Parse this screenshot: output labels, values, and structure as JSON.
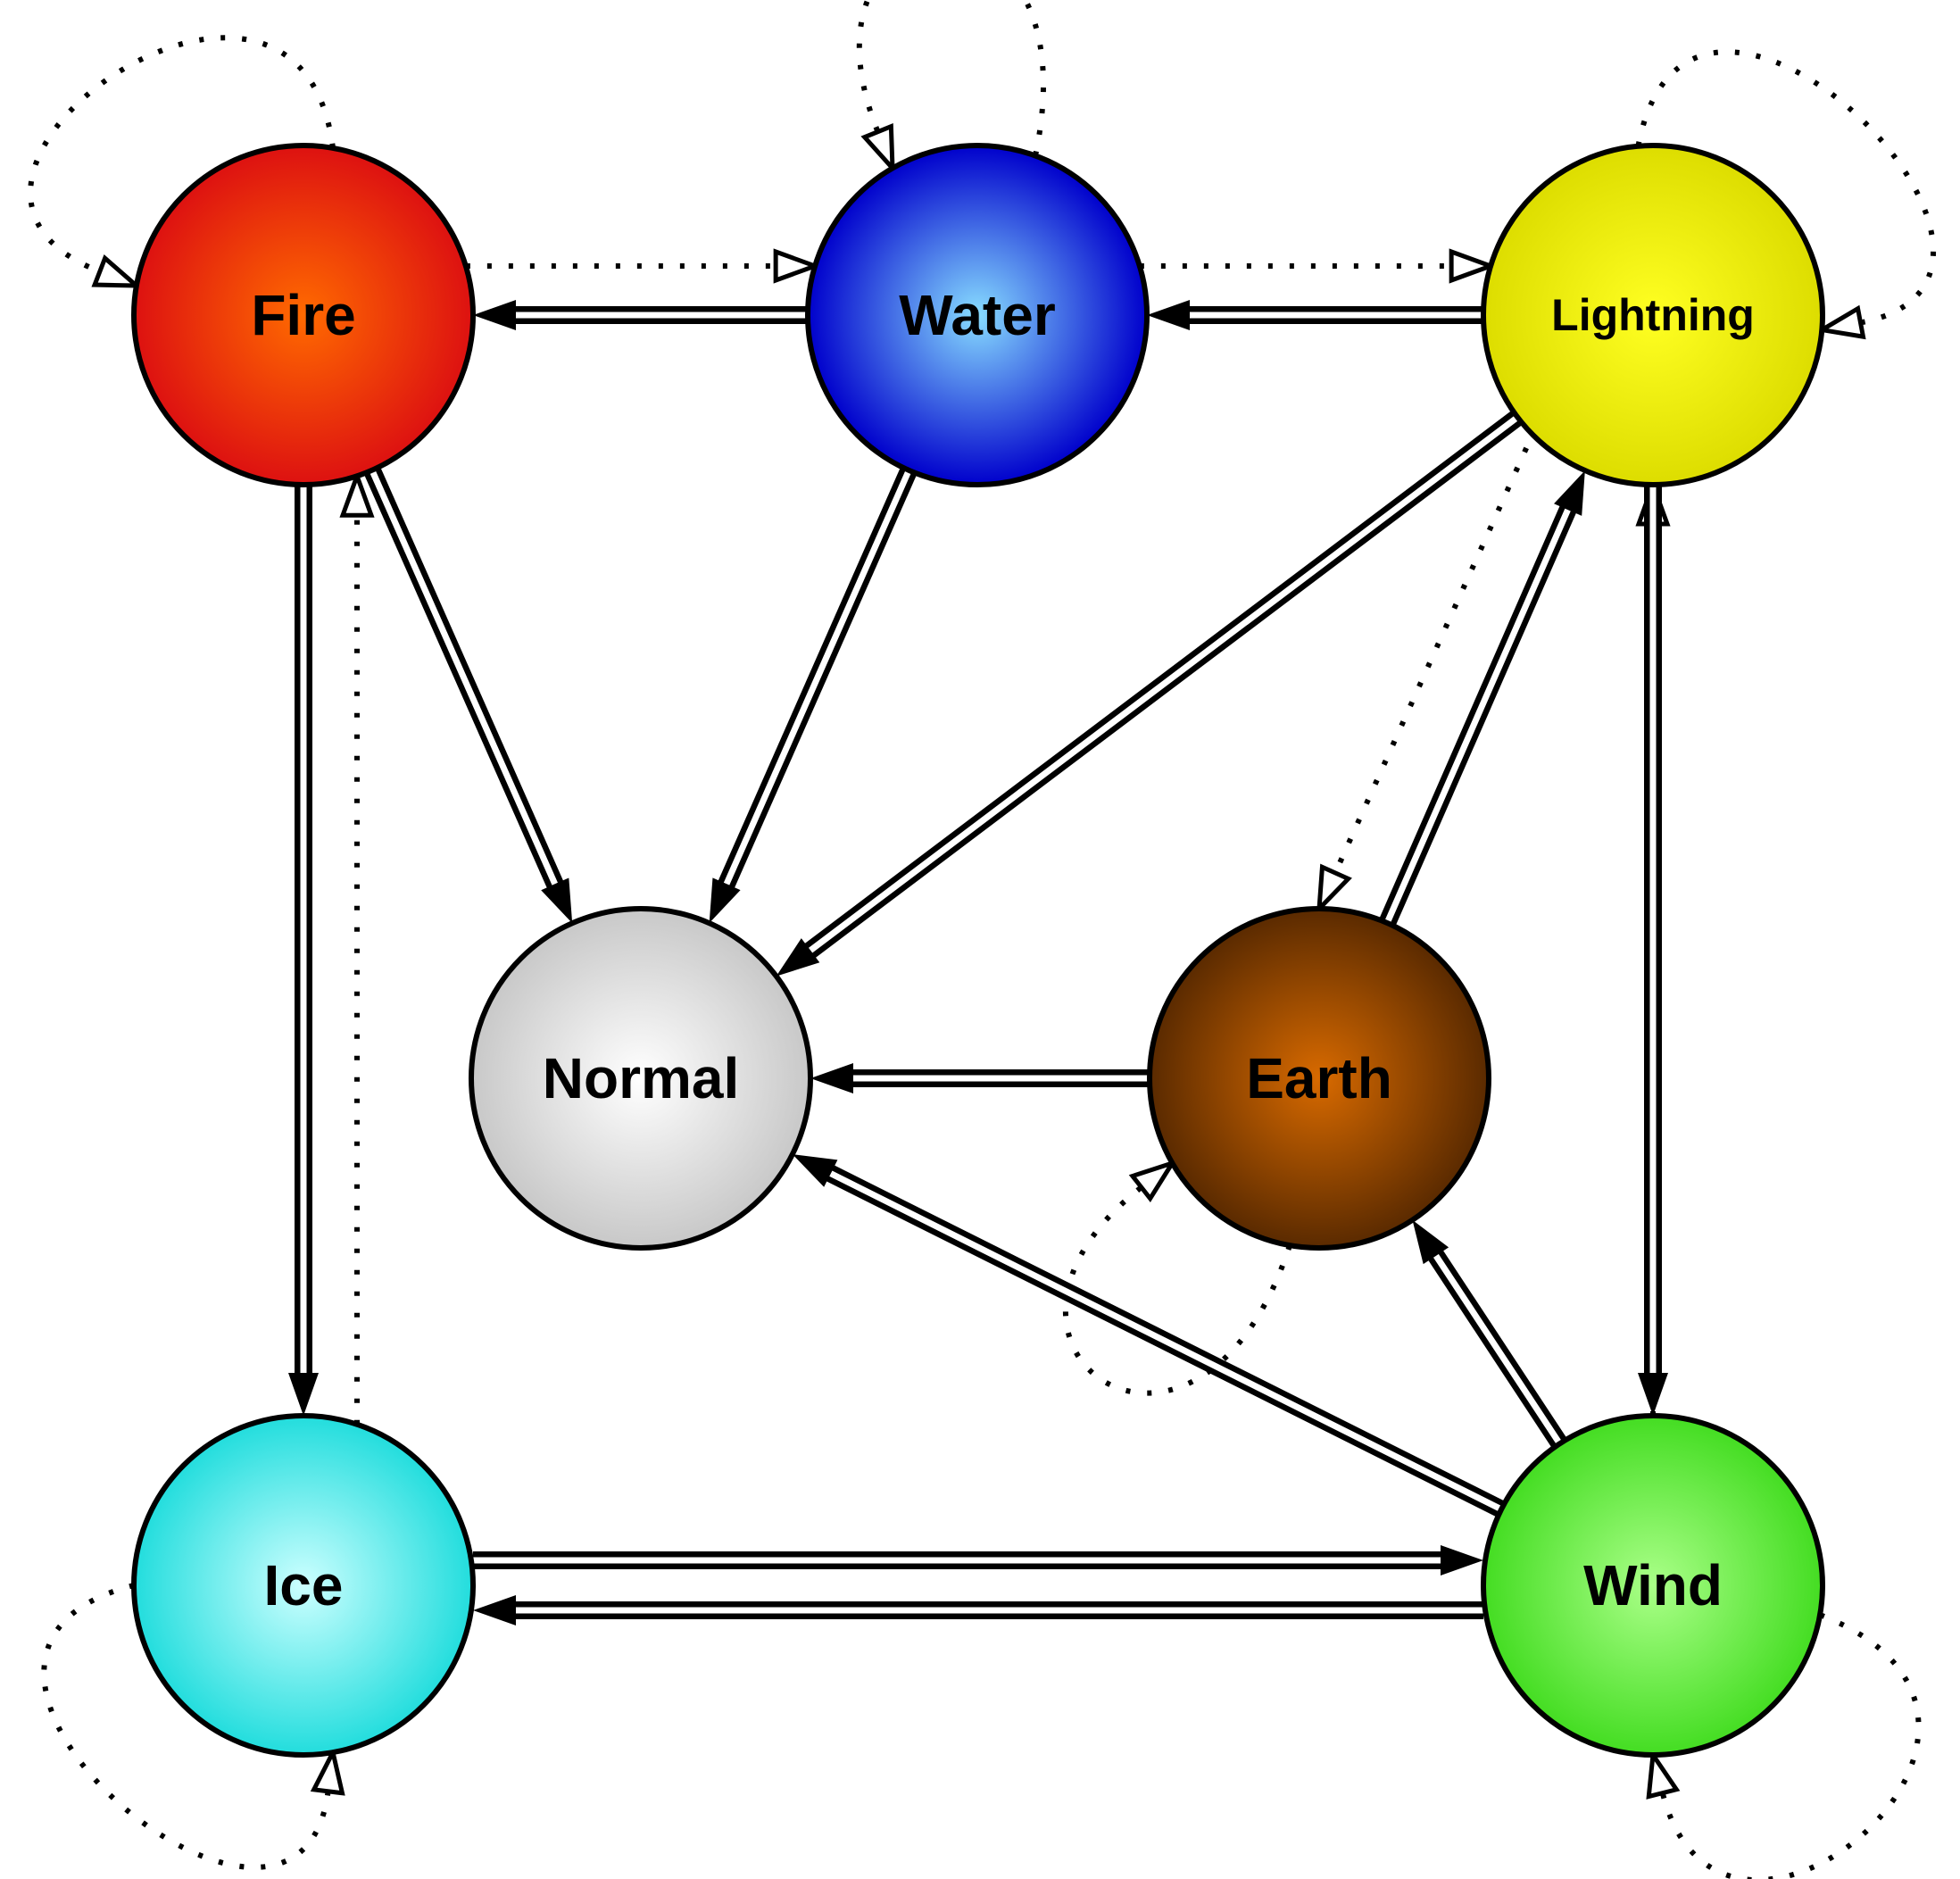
{
  "nodes": [
    {
      "id": "fire",
      "label": "Fire",
      "color_center": "#ff6a00",
      "color_edge": "#dd1111"
    },
    {
      "id": "water",
      "label": "Water",
      "color_center": "#88ddff",
      "color_edge": "#0000cc"
    },
    {
      "id": "lightning",
      "label": "Lightning",
      "color_center": "#ffff22",
      "color_edge": "#dddd00"
    },
    {
      "id": "normal",
      "label": "Normal",
      "color_center": "#ffffff",
      "color_edge": "#c8c8c8"
    },
    {
      "id": "earth",
      "label": "Earth",
      "color_center": "#d86a00",
      "color_edge": "#5a2a00"
    },
    {
      "id": "ice",
      "label": "Ice",
      "color_center": "#ccffff",
      "color_edge": "#22dddd"
    },
    {
      "id": "wind",
      "label": "Wind",
      "color_center": "#aaff88",
      "color_edge": "#44dd22"
    }
  ],
  "strong_edges": [
    {
      "from": "water",
      "to": "fire"
    },
    {
      "from": "lightning",
      "to": "water"
    },
    {
      "from": "fire",
      "to": "normal"
    },
    {
      "from": "water",
      "to": "normal"
    },
    {
      "from": "lightning",
      "to": "normal"
    },
    {
      "from": "earth",
      "to": "lightning"
    },
    {
      "from": "earth",
      "to": "normal"
    },
    {
      "from": "fire",
      "to": "ice"
    },
    {
      "from": "lightning",
      "to": "wind"
    },
    {
      "from": "wind",
      "to": "normal"
    },
    {
      "from": "wind",
      "to": "earth"
    },
    {
      "from": "wind",
      "to": "ice"
    },
    {
      "from": "ice",
      "to": "wind"
    }
  ],
  "weak_edges": [
    {
      "from": "fire",
      "to": "water"
    },
    {
      "from": "water",
      "to": "lightning"
    },
    {
      "from": "ice",
      "to": "fire"
    },
    {
      "from": "lightning",
      "to": "earth"
    },
    {
      "from": "wind",
      "to": "lightning"
    }
  ],
  "self_loops": [
    "fire",
    "water",
    "lightning",
    "earth",
    "ice",
    "wind"
  ]
}
